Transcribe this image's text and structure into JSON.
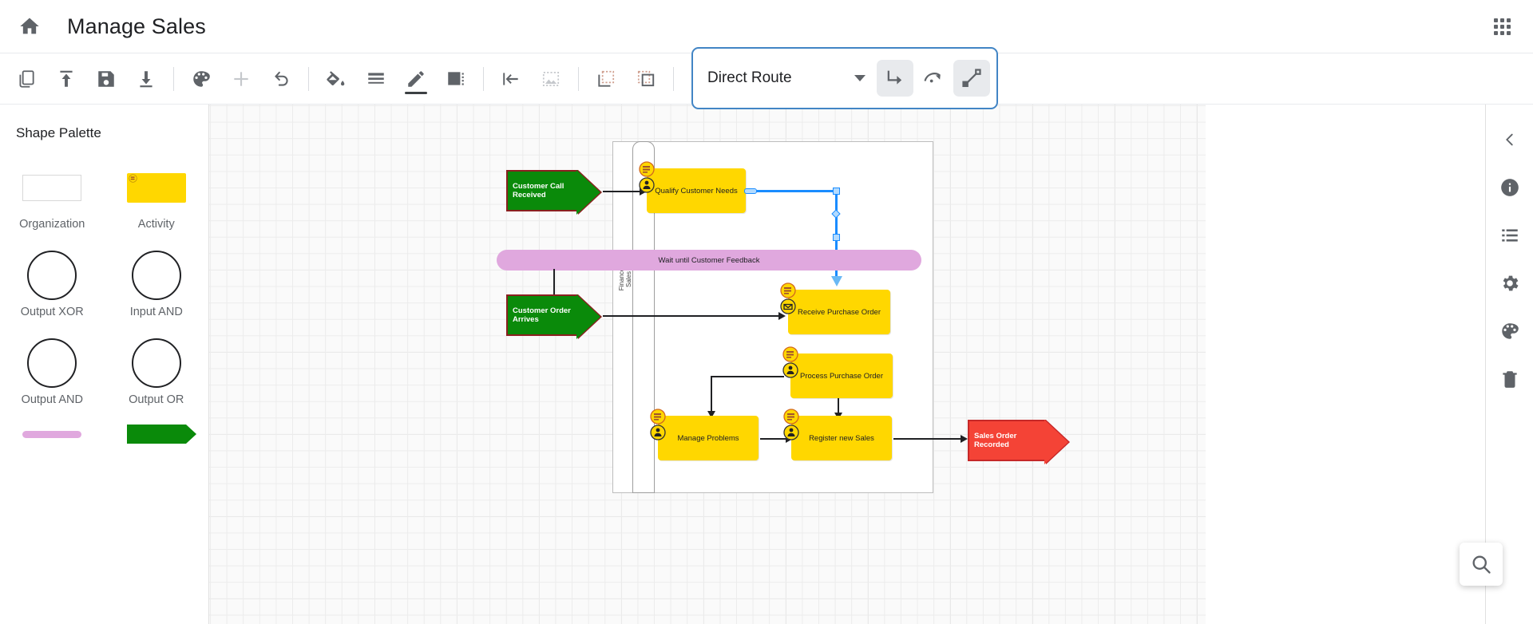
{
  "header": {
    "home_icon": "home-icon",
    "title": "Manage Sales",
    "apps_icon": "apps-grid-icon"
  },
  "toolbar": {
    "groups": [
      [
        {
          "name": "copy-icon",
          "label": "Copy"
        },
        {
          "name": "upload-icon",
          "label": "Upload"
        },
        {
          "name": "save-icon",
          "label": "Save"
        },
        {
          "name": "download-icon",
          "label": "Download"
        }
      ],
      [
        {
          "name": "palette-icon",
          "label": "Theme"
        },
        {
          "name": "plus-icon",
          "label": "Add"
        },
        {
          "name": "undo-icon",
          "label": "Undo"
        }
      ],
      [
        {
          "name": "fill-color-icon",
          "label": "Fill Color"
        },
        {
          "name": "line-weight-icon",
          "label": "Line Weight"
        },
        {
          "name": "pencil-icon",
          "label": "Line Color",
          "active": true
        },
        {
          "name": "shadow-icon",
          "label": "Shadow"
        }
      ],
      [
        {
          "name": "align-left-icon",
          "label": "Align Left"
        },
        {
          "name": "image-icon",
          "label": "Image"
        }
      ],
      [
        {
          "name": "group-icon",
          "label": "Group"
        },
        {
          "name": "ungroup-icon",
          "label": "Ungroup"
        }
      ]
    ]
  },
  "route_panel": {
    "selected": "Direct Route",
    "options": [
      "Direct Route",
      "Orthogonal Route",
      "Curved Route"
    ],
    "dropdown_icon": "chevron-down-icon",
    "buttons": [
      {
        "name": "orthogonal-route-icon",
        "label": "Orthogonal Route",
        "selected": true
      },
      {
        "name": "curved-route-icon",
        "label": "Curved Route",
        "selected": false
      },
      {
        "name": "direct-route-icon",
        "label": "Direct Route",
        "selected": true
      }
    ]
  },
  "palette": {
    "title": "Shape Palette",
    "items": [
      {
        "label": "Organization",
        "shape": "organization"
      },
      {
        "label": "Activity",
        "shape": "activity"
      },
      {
        "label": "Output XOR",
        "shape": "circle"
      },
      {
        "label": "Input AND",
        "shape": "circle"
      },
      {
        "label": "Output AND",
        "shape": "circle"
      },
      {
        "label": "Output OR",
        "shape": "circle"
      },
      {
        "label": "",
        "shape": "bar"
      },
      {
        "label": "",
        "shape": "chevron"
      }
    ]
  },
  "canvas": {
    "lane_label": "Finance Sales",
    "events": [
      {
        "label": "Customer Call Received",
        "color": "#0a8a0a",
        "type": "start"
      },
      {
        "label": "Customer Order Arrives",
        "color": "#0a8a0a",
        "type": "start"
      },
      {
        "label": "Sales Order Recorded",
        "color": "#f44336",
        "type": "end"
      }
    ],
    "activities": [
      {
        "label": "Qualify Customer Needs",
        "color": "#ffd700"
      },
      {
        "label": "Receive Purchase Order",
        "color": "#ffd700"
      },
      {
        "label": "Process Purchase Order",
        "color": "#ffd700"
      },
      {
        "label": "Manage Problems",
        "color": "#ffd700"
      },
      {
        "label": "Register new Sales",
        "color": "#ffd700"
      }
    ],
    "wait_bar": {
      "label": "Wait until Customer Feedback",
      "color": "#e0a8de"
    },
    "selection_color": "#1a8cff"
  },
  "rail": {
    "items": [
      {
        "name": "collapse-chevron-icon",
        "label": "Collapse"
      },
      {
        "name": "info-icon",
        "label": "Information"
      },
      {
        "name": "list-icon",
        "label": "Properties List"
      },
      {
        "name": "gear-icon",
        "label": "Settings"
      },
      {
        "name": "palette-icon",
        "label": "Appearance"
      },
      {
        "name": "trash-icon",
        "label": "Delete"
      }
    ]
  },
  "fab": {
    "name": "search-icon",
    "label": "Search"
  }
}
